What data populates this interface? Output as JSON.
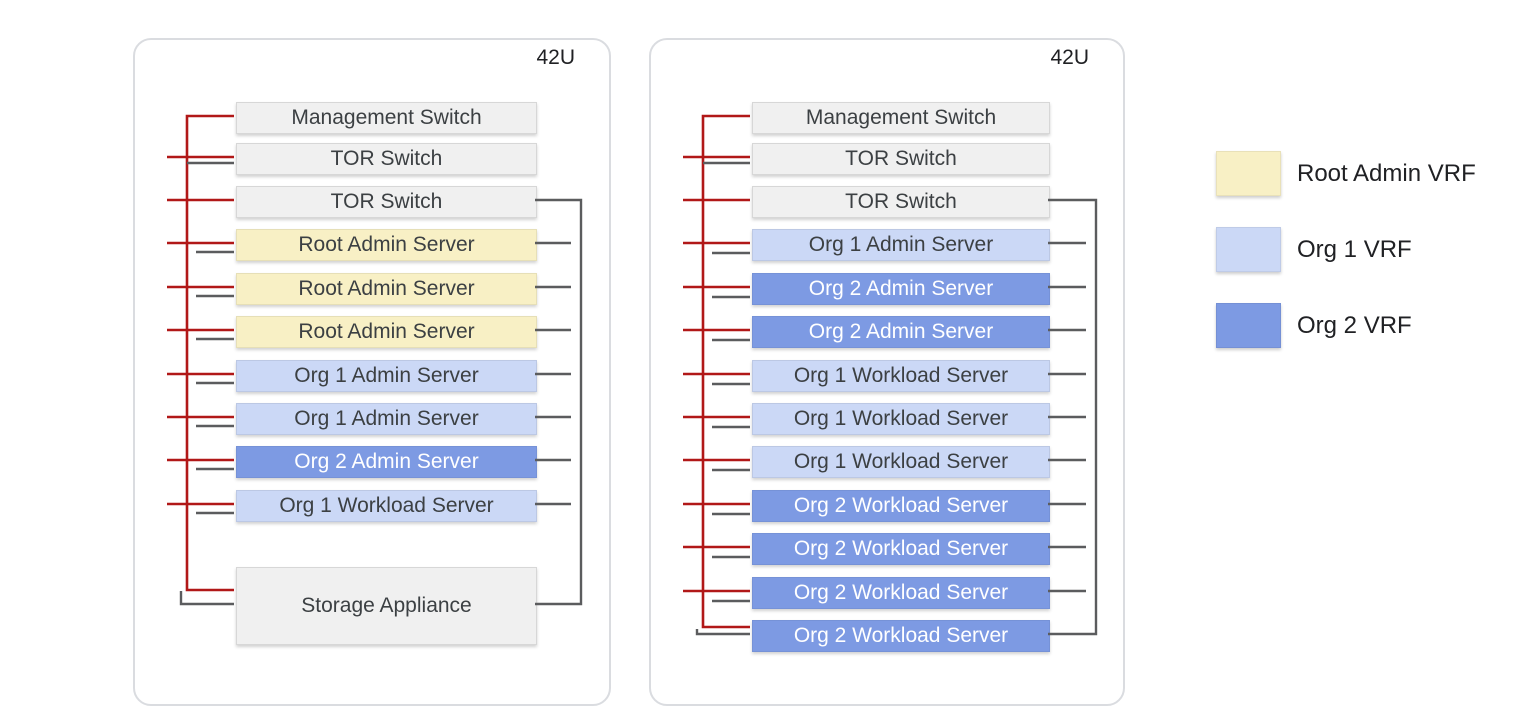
{
  "diagram": {
    "racks": [
      {
        "title": "42U",
        "units": [
          {
            "label": "Management Switch",
            "vrf": "none"
          },
          {
            "label": "TOR Switch",
            "vrf": "none"
          },
          {
            "label": "TOR Switch",
            "vrf": "none"
          },
          {
            "label": "Root Admin Server",
            "vrf": "Root Admin VRF"
          },
          {
            "label": "Root Admin Server",
            "vrf": "Root Admin VRF"
          },
          {
            "label": "Root Admin Server",
            "vrf": "Root Admin VRF"
          },
          {
            "label": "Org 1 Admin Server",
            "vrf": "Org 1 VRF"
          },
          {
            "label": "Org 1 Admin Server",
            "vrf": "Org 1 VRF"
          },
          {
            "label": "Org 2 Admin Server",
            "vrf": "Org 2 VRF"
          },
          {
            "label": "Org 1 Workload Server",
            "vrf": "Org 1 VRF"
          },
          {
            "label": "Storage Appliance",
            "vrf": "none"
          }
        ]
      },
      {
        "title": "42U",
        "units": [
          {
            "label": "Management Switch",
            "vrf": "none"
          },
          {
            "label": "TOR Switch",
            "vrf": "none"
          },
          {
            "label": "TOR Switch",
            "vrf": "none"
          },
          {
            "label": "Org 1 Admin Server",
            "vrf": "Org 1 VRF"
          },
          {
            "label": "Org 2 Admin Server",
            "vrf": "Org 2 VRF"
          },
          {
            "label": "Org 2 Admin Server",
            "vrf": "Org 2 VRF"
          },
          {
            "label": "Org 1 Workload Server",
            "vrf": "Org 1 VRF"
          },
          {
            "label": "Org 1 Workload Server",
            "vrf": "Org 1 VRF"
          },
          {
            "label": "Org 1 Workload Server",
            "vrf": "Org 1 VRF"
          },
          {
            "label": "Org 2 Workload Server",
            "vrf": "Org 2 VRF"
          },
          {
            "label": "Org 2 Workload Server",
            "vrf": "Org 2 VRF"
          },
          {
            "label": "Org 2 Workload Server",
            "vrf": "Org 2 VRF"
          },
          {
            "label": "Org 2 Workload Server",
            "vrf": "Org 2 VRF"
          }
        ]
      }
    ],
    "legend": {
      "items": [
        {
          "label": "Root Admin VRF",
          "color": "#F8F0C5"
        },
        {
          "label": "Org 1 VRF",
          "color": "#CBD8F6"
        },
        {
          "label": "Org 2 VRF",
          "color": "#7D9AE3"
        }
      ]
    },
    "colors": {
      "management_network_line": "#B11818",
      "data_network_line": "#5B5C5E",
      "infra_unit_fill": "#F0F0F0",
      "rack_border": "#DADCE0"
    }
  }
}
